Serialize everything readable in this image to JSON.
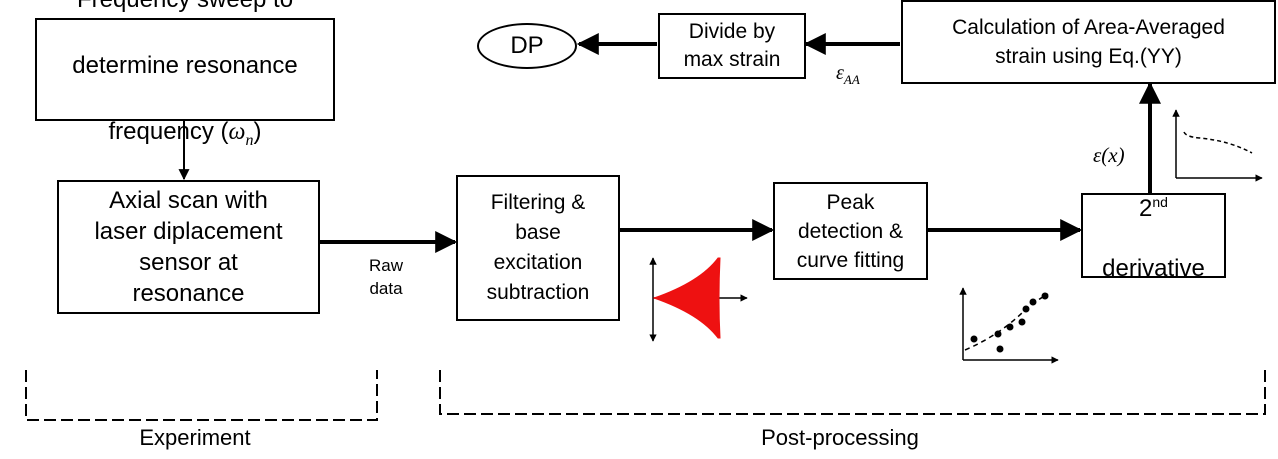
{
  "nodes": {
    "freq_sweep": {
      "line1": "Frequency sweep to",
      "line2": "determine resonance",
      "line3_prefix": "frequency (",
      "omega": "ω",
      "omega_sub": "n",
      "line3_suffix": ")"
    },
    "axial_scan": {
      "text": "Axial scan with\nlaser diplacement\nsensor at\nresonance"
    },
    "filtering": {
      "text": "Filtering &\nbase\nexcitation\nsubtraction"
    },
    "peak_detection": {
      "text": "Peak\ndetection &\ncurve fitting"
    },
    "second_derivative": {
      "base": "2",
      "superscript": "nd",
      "word": "derivative"
    },
    "area_averaged": {
      "text": "Calculation of Area-Averaged\nstrain using Eq.(YY)"
    },
    "divide": {
      "text": "Divide by\nmax strain"
    },
    "dp": {
      "text": "DP"
    }
  },
  "labels": {
    "raw_data": "Raw\ndata",
    "epsilon_aa": {
      "symbol": "ε",
      "sub": "AA"
    },
    "epsilon_x": "ε(x)",
    "experiment": "Experiment",
    "post_processing": "Post-processing"
  },
  "colors": {
    "stroke": "#000000",
    "waveform": "#ee1111"
  }
}
